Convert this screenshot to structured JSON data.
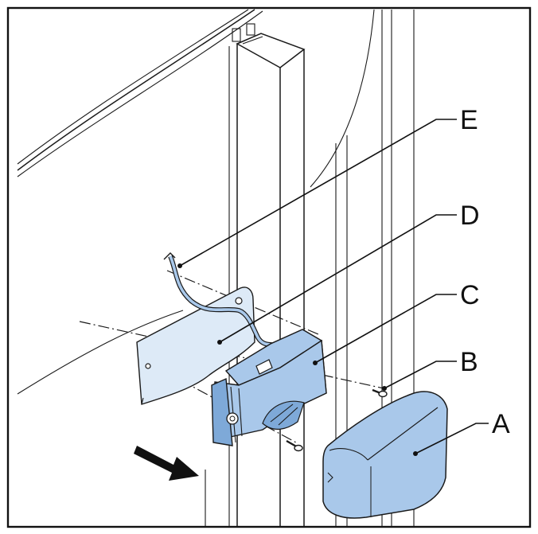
{
  "figure": {
    "callouts": [
      {
        "id": "E",
        "label": "E"
      },
      {
        "id": "D",
        "label": "D"
      },
      {
        "id": "C",
        "label": "C"
      },
      {
        "id": "B",
        "label": "B"
      },
      {
        "id": "A",
        "label": "A"
      }
    ],
    "colors": {
      "part_fill": "#a9c8ea",
      "part_fill_dark": "#7ea9d8",
      "plate_fill": "#ddeaf7",
      "outline": "#1a1a1a",
      "border": "#111111"
    },
    "icons": [
      "removal-direction-arrow-icon",
      "screw-icon"
    ]
  }
}
